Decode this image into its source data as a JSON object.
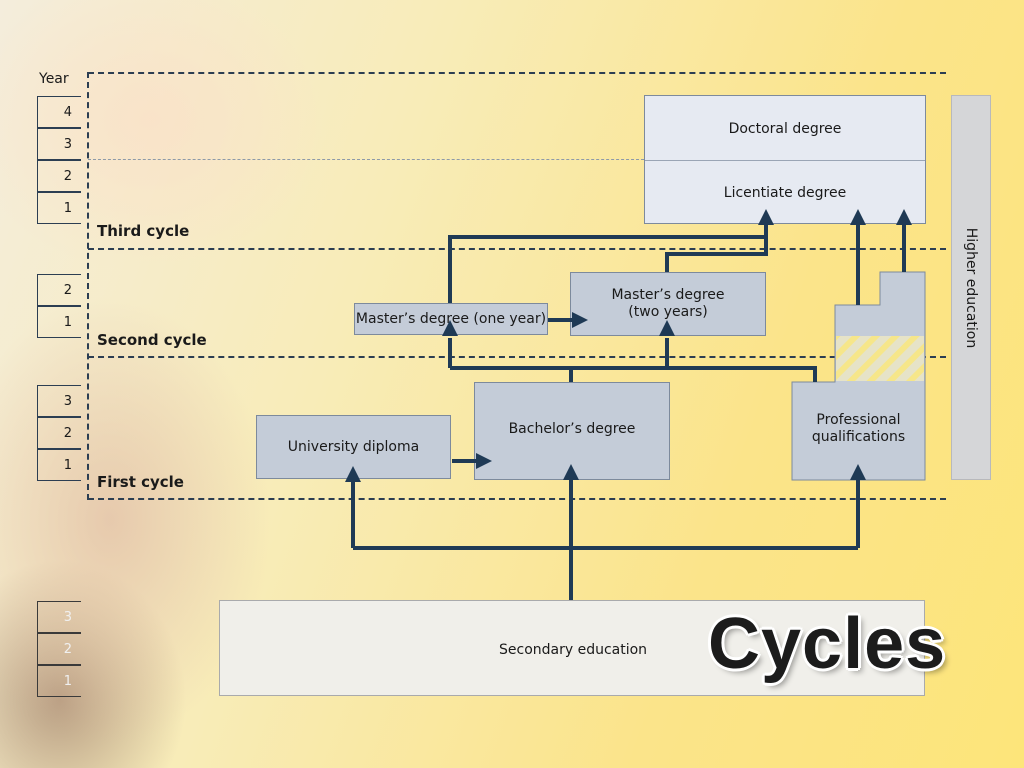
{
  "title": "Cycles",
  "year_axis": {
    "header": "Year",
    "third_cycle_years": [
      "4",
      "3",
      "2",
      "1"
    ],
    "second_cycle_years": [
      "2",
      "1"
    ],
    "first_cycle_years": [
      "3",
      "2",
      "1"
    ],
    "secondary_years": [
      "3",
      "2",
      "1"
    ]
  },
  "cycles": {
    "third": "Third cycle",
    "second": "Second cycle",
    "first": "First cycle"
  },
  "boxes": {
    "doctoral": "Doctoral degree",
    "licentiate": "Licentiate degree",
    "masters_one": "Master’s degree (one year)",
    "masters_two_line1": "Master’s degree",
    "masters_two_line2": "(two years)",
    "university_diploma": "University diploma",
    "bachelors": "Bachelor’s degree",
    "professional_line1": "Professional",
    "professional_line2": "qualifications",
    "secondary": "Secondary education"
  },
  "sidebar_label": "Higher education",
  "colors": {
    "box_fill": "#c4ccd8",
    "arrow": "#1f3a55",
    "dashed_line": "#2c3e52"
  }
}
